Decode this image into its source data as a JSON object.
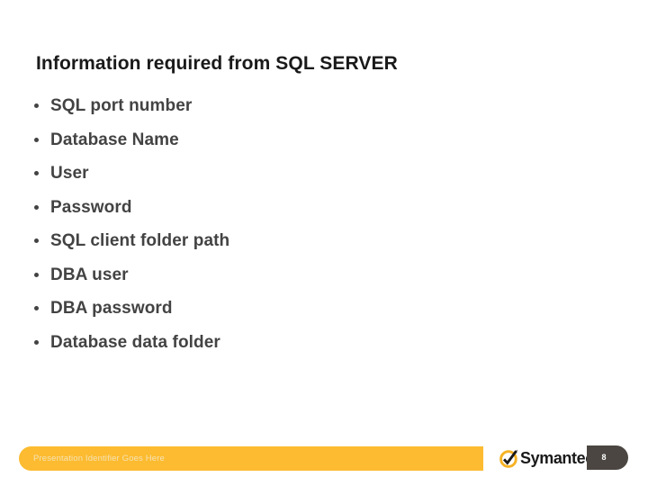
{
  "slide": {
    "title": "Information required from SQL SERVER",
    "page_number": "8",
    "bullets": [
      {
        "label": "SQL port number"
      },
      {
        "label": "Database Name"
      },
      {
        "label": "User"
      },
      {
        "label": "Password"
      },
      {
        "label": "SQL client folder path"
      },
      {
        "label": "DBA user"
      },
      {
        "label": "DBA password"
      },
      {
        "label": "Database data folder"
      }
    ]
  },
  "footer": {
    "identifier_text": "Presentation Identifier Goes Here",
    "brand_name": "Symantec",
    "brand_tm": ".",
    "bar_color": "#fcbb30",
    "bar_text_color": "#f6e2b4",
    "badge_color": "#4b4641",
    "logo_ring_color": "#f5b223",
    "logo_check_color": "#1a1a1a"
  }
}
